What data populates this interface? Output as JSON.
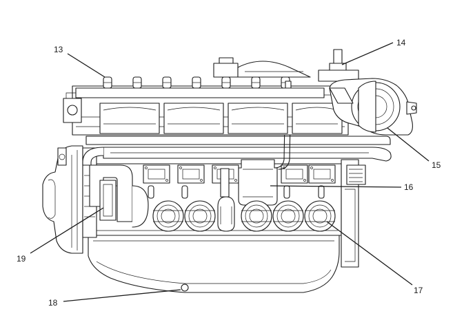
{
  "diagram": {
    "callouts": [
      {
        "id": "c13",
        "label": "13"
      },
      {
        "id": "c14",
        "label": "14"
      },
      {
        "id": "c15",
        "label": "15"
      },
      {
        "id": "c16",
        "label": "16"
      },
      {
        "id": "c17",
        "label": "17"
      },
      {
        "id": "c18",
        "label": "18"
      },
      {
        "id": "c19",
        "label": "19"
      }
    ]
  }
}
